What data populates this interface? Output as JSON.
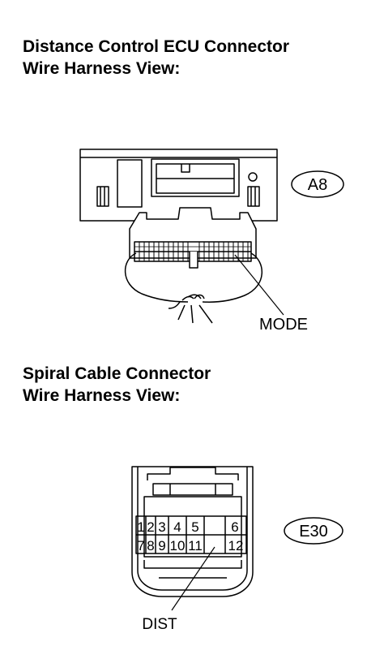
{
  "ecu_section": {
    "title_line1": "Distance Control ECU Connector",
    "title_line2": "Wire Harness View:",
    "connector_code": "A8",
    "callout_label": "MODE"
  },
  "spiral_section": {
    "title_line1": "Spiral Cable Connector",
    "title_line2": "Wire Harness View:",
    "connector_code": "E30",
    "callout_label": "DIST",
    "pins_top": [
      "1",
      "2",
      "3",
      "4",
      "5",
      "6"
    ],
    "pins_bottom": [
      "7",
      "8",
      "9",
      "10",
      "11",
      "12"
    ]
  }
}
